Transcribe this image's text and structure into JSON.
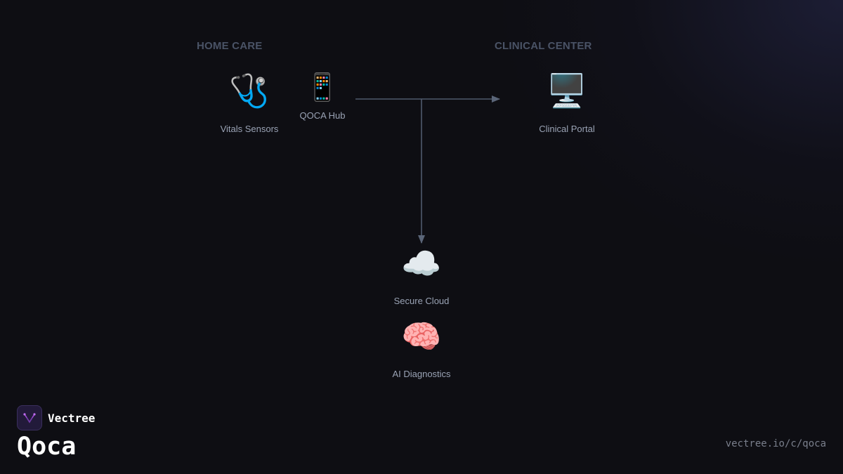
{
  "sections": {
    "home_care": "HOME CARE",
    "clinical_center": "CLINICAL CENTER"
  },
  "nodes": {
    "sensors": {
      "label": "Vitals Sensors",
      "icon": "🩺",
      "icon_name": "stethoscope-icon"
    },
    "hub": {
      "label": "QOCA Hub",
      "icon": "📱",
      "icon_name": "mobile-phone-icon"
    },
    "portal": {
      "label": "Clinical Portal",
      "icon": "🖥️",
      "icon_name": "desktop-computer-icon"
    },
    "cloud": {
      "label": "Secure Cloud",
      "icon": "☁️",
      "icon_name": "cloud-icon"
    },
    "ai": {
      "label": "AI Diagnostics",
      "icon": "🧠",
      "icon_name": "brain-icon"
    }
  },
  "edges": [
    {
      "from": "hub",
      "to": "portal"
    },
    {
      "from": "hub",
      "to": "cloud"
    }
  ],
  "brand": {
    "company": "Vectree",
    "product": "Qoca",
    "url": "vectree.io/c/qoca"
  },
  "colors": {
    "background": "#0e0e13",
    "section_label": "#4a5366",
    "caption": "#9aa3b5",
    "connector": "#4f5a6c",
    "logo_accent": "#a24bd6"
  }
}
